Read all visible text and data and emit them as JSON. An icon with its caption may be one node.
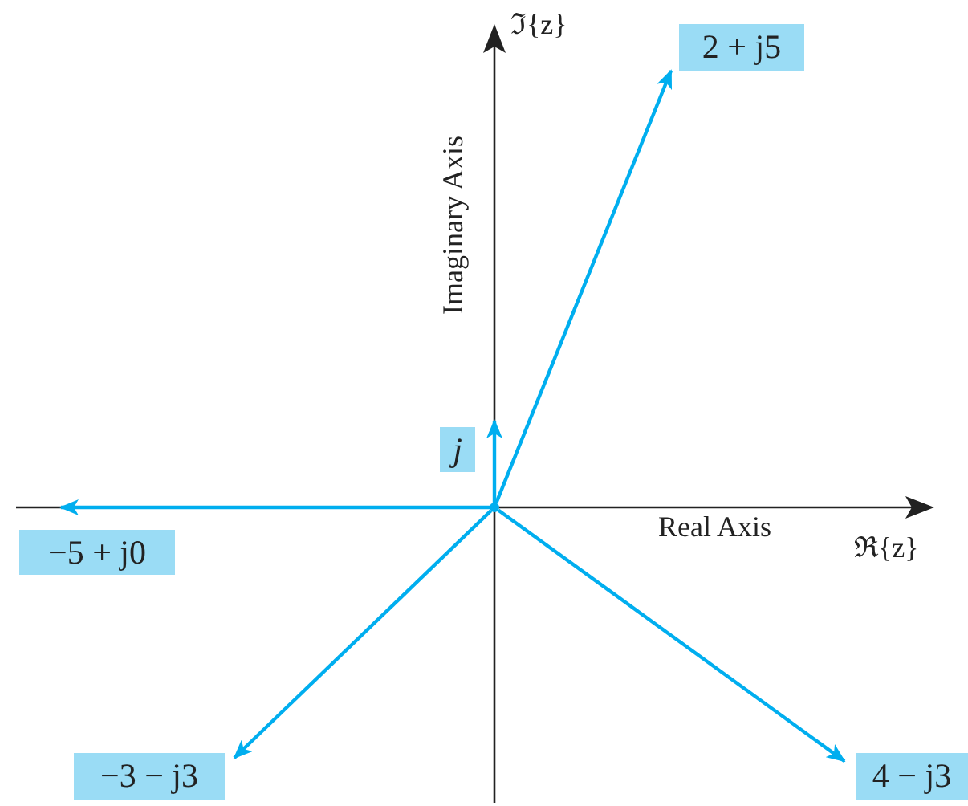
{
  "diagram": {
    "nodes": [
      {
        "text": [
          "2 + j5"
        ]
      },
      {
        "text": [
          "j"
        ]
      },
      {
        "text": [],
        "shape": "circle"
      },
      {
        "text": [
          "−5 + j0"
        ]
      },
      {
        "text": [
          "−3 − j3"
        ]
      },
      {
        "text": [
          "4 − j3"
        ]
      }
    ],
    "edges": [
      {
        "from": 2,
        "to": 0,
        "arrow": "to"
      },
      {
        "from": 2,
        "to": 1,
        "arrow": "to"
      },
      {
        "from": 2,
        "to": 3,
        "arrow": "to"
      },
      {
        "from": 2,
        "to": 4,
        "arrow": "to"
      },
      {
        "from": 2,
        "to": 5,
        "arrow": "to"
      }
    ],
    "labels": [
      "ℑ{z}",
      "Imaginary Axis",
      "Real Axis",
      "ℜ{z}"
    ]
  }
}
